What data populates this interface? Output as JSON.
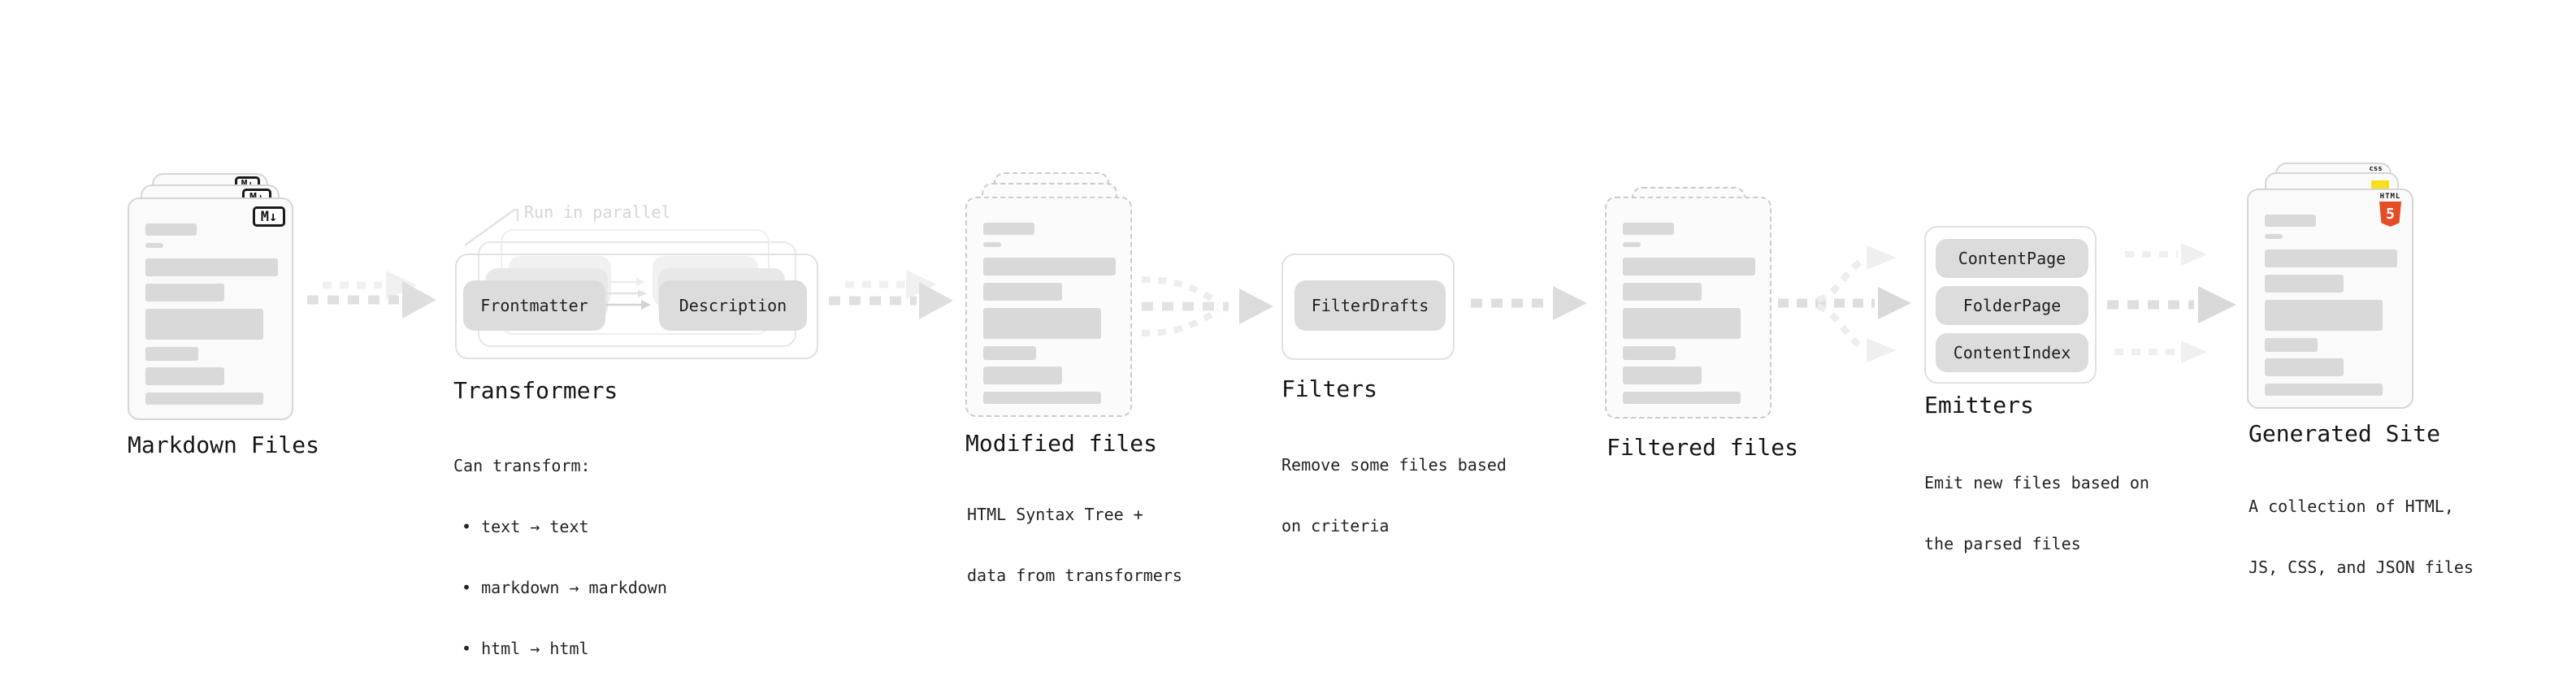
{
  "pipeline": {
    "markdown_files": {
      "title": "Markdown Files",
      "badge": "M↓"
    },
    "transformers": {
      "title": "Transformers",
      "note": "Run in parallel",
      "buttons": [
        "Frontmatter",
        "Description"
      ],
      "description_lines": [
        "Can transform:",
        "• text → text",
        "• markdown → markdown",
        "• html → html"
      ]
    },
    "modified_files": {
      "title": "Modified files",
      "description_lines": [
        "HTML Syntax Tree +",
        "data from transformers"
      ]
    },
    "filters": {
      "title": "Filters",
      "buttons": [
        "FilterDrafts"
      ],
      "description_lines": [
        "Remove some files based",
        "on criteria"
      ]
    },
    "filtered_files": {
      "title": "Filtered files"
    },
    "emitters": {
      "title": "Emitters",
      "buttons": [
        "ContentPage",
        "FolderPage",
        "ContentIndex"
      ],
      "description_lines": [
        "Emit new files based on",
        "the parsed files"
      ]
    },
    "generated_site": {
      "title": "Generated Site",
      "description_lines": [
        "A collection of HTML,",
        "JS, CSS, and JSON files"
      ],
      "badges": {
        "html5_label": "HTML",
        "html5_number": "5",
        "css_label": "css"
      }
    }
  },
  "colors": {
    "html5_orange": "#e44d26",
    "js_yellow": "#f7df1e",
    "css_blue": "#2b66f6",
    "arrow_dark": "#e0e0e0",
    "arrow_light": "#f0f0f0",
    "heading_text": "#161616",
    "body_text": "#232323",
    "note_gray": "#d5d5d5",
    "placeholder_bar": "#d9d9d9"
  }
}
